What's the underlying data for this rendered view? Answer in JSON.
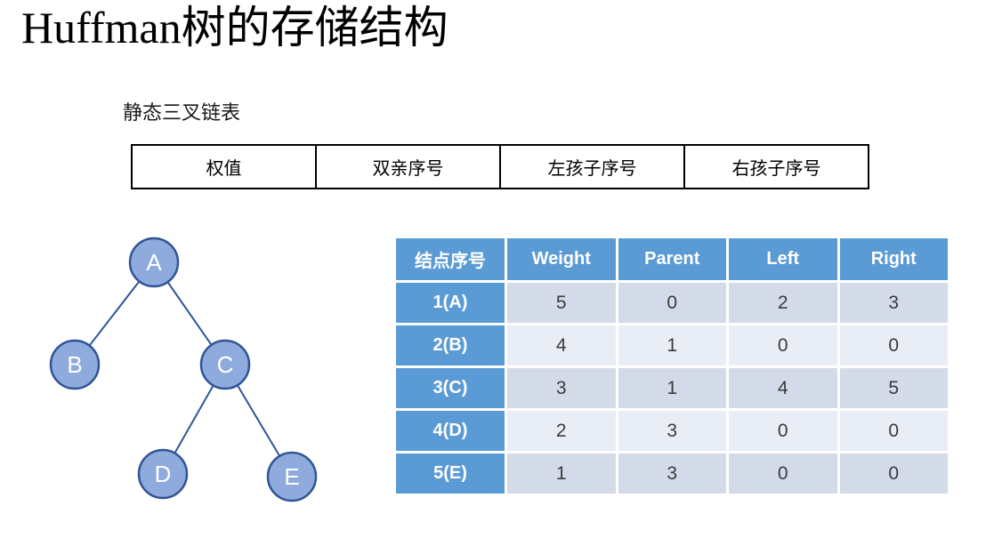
{
  "slide": {
    "title": "Huffman树的存储结构",
    "subtitle": "静态三叉链表"
  },
  "field_table": {
    "columns": [
      "权值",
      "双亲序号",
      "左孩子序号",
      "右孩子序号"
    ]
  },
  "tree": {
    "nodes": [
      {
        "label": "A"
      },
      {
        "label": "B"
      },
      {
        "label": "C"
      },
      {
        "label": "D"
      },
      {
        "label": "E"
      }
    ],
    "edges": [
      "A-B",
      "A-C",
      "C-D",
      "C-E"
    ],
    "node_fill": "#8FAADC",
    "node_stroke": "#2F5597"
  },
  "storage_table": {
    "headers": [
      "结点序号",
      "Weight",
      "Parent",
      "Left",
      "Right"
    ],
    "rows": [
      {
        "label": "1(A)",
        "values": [
          5,
          0,
          2,
          3
        ]
      },
      {
        "label": "2(B)",
        "values": [
          4,
          1,
          0,
          0
        ]
      },
      {
        "label": "3(C)",
        "values": [
          3,
          1,
          4,
          5
        ]
      },
      {
        "label": "4(D)",
        "values": [
          2,
          3,
          0,
          0
        ]
      },
      {
        "label": "5(E)",
        "values": [
          1,
          3,
          0,
          0
        ]
      }
    ],
    "header_bg": "#5B9BD5",
    "band_odd": "#D3DBE9",
    "band_even": "#E9EDF5"
  }
}
